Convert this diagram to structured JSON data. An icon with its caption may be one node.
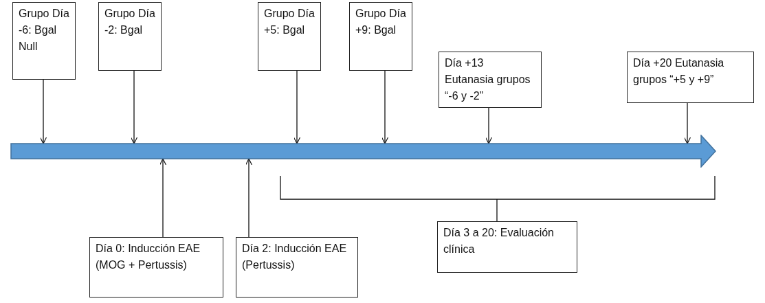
{
  "diagram": {
    "nodes": [
      {
        "text": [
          "Grupo Día -6: Bgal Null"
        ]
      },
      {
        "text": [
          "Grupo Día -2: Bgal"
        ]
      },
      {
        "text": [
          "Grupo Día +5: Bgal"
        ]
      },
      {
        "text": [
          "Grupo Día +9: Bgal"
        ]
      },
      {
        "text": [
          "Día +13 Eutanasia grupos “-6 y -2”"
        ]
      },
      {
        "text": [
          "Día +20 Eutanasia grupos “+5 y +9”"
        ]
      },
      {
        "text": [],
        "shape": "arrow"
      },
      {
        "text": [
          "Día 0: Inducción EAE (MOG + Pertussis)"
        ]
      },
      {
        "text": [
          "Día 2: Inducción EAE (Pertussis)"
        ]
      },
      {
        "text": [
          "Día 3 a 20: Evaluación clínica"
        ]
      }
    ],
    "edges": [
      {
        "from": 0,
        "to": 6,
        "arrow": "to"
      },
      {
        "from": 1,
        "to": 6,
        "arrow": "to"
      },
      {
        "from": 2,
        "to": 6,
        "arrow": "to"
      },
      {
        "from": 3,
        "to": 6,
        "arrow": "to"
      },
      {
        "from": 4,
        "to": 6,
        "arrow": "to"
      },
      {
        "from": 5,
        "to": 6,
        "arrow": "to"
      },
      {
        "from": 7,
        "to": 6,
        "arrow": "to"
      },
      {
        "from": 8,
        "to": 6,
        "arrow": "to"
      }
    ]
  }
}
